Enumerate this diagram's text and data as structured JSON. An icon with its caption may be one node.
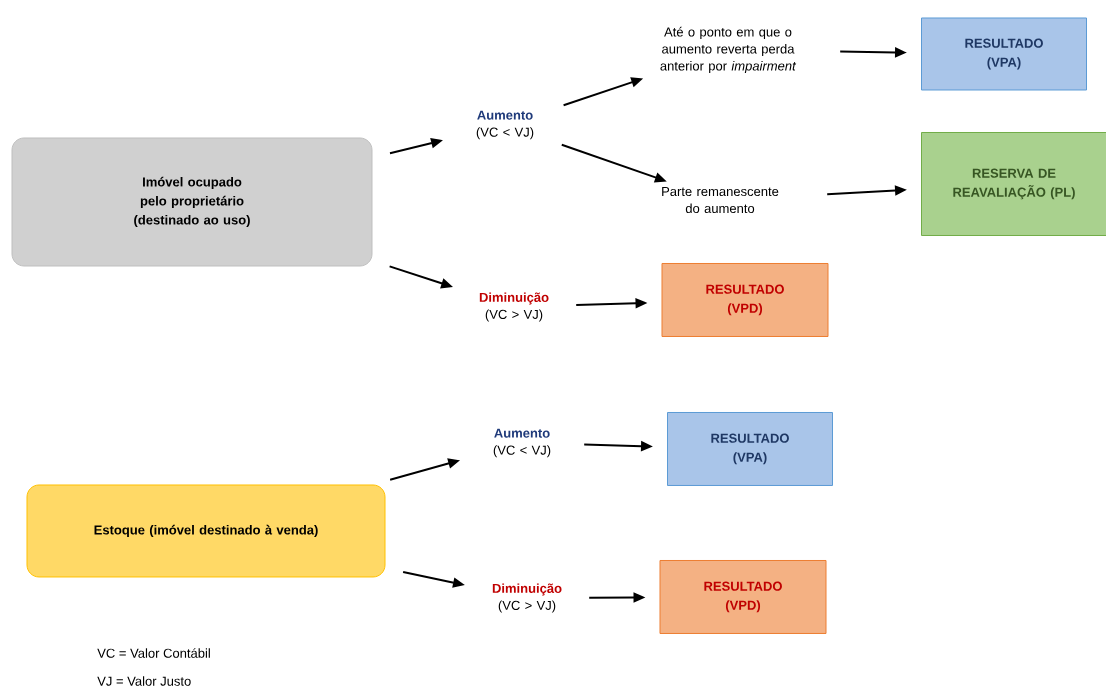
{
  "diagram": {
    "nodes": [
      {
        "text": [
          "Imóvel ocupado pelo proprietário (destinado ao uso)"
        ]
      },
      {
        "text": [
          "Aumento",
          "(VC < VJ)"
        ]
      },
      {
        "text": [
          "Até o ponto em que o aumento reverta perda anterior por *impairment*"
        ]
      },
      {
        "text": [
          "Parte remanescente do aumento"
        ]
      },
      {
        "text": [
          "RESULTADO (VPA)"
        ]
      },
      {
        "text": [
          "RESERVA DE REAVALIAÇÃO (PL)"
        ]
      },
      {
        "text": [
          "Diminuição",
          "(VC > VJ)"
        ]
      },
      {
        "text": [
          "RESULTADO (VPD)"
        ]
      },
      {
        "text": [
          "Estoque (imóvel destinado à venda)"
        ]
      },
      {
        "text": [
          "Aumento",
          "(VC < VJ)"
        ]
      },
      {
        "text": [
          "RESULTADO (VPA)"
        ]
      },
      {
        "text": [
          "Diminuição",
          "(VC > VJ)"
        ]
      },
      {
        "text": [
          "RESULTADO (VPD)"
        ]
      }
    ],
    "edges": [
      {
        "from": 0,
        "to": 1,
        "arrow": "to"
      },
      {
        "from": 1,
        "to": 2,
        "arrow": "to"
      },
      {
        "from": 1,
        "to": 3,
        "arrow": "to"
      },
      {
        "from": 2,
        "to": 4,
        "arrow": "to"
      },
      {
        "from": 3,
        "to": 5,
        "arrow": "to"
      },
      {
        "from": 0,
        "to": 6,
        "arrow": "to"
      },
      {
        "from": 6,
        "to": 7,
        "arrow": "to"
      },
      {
        "from": 8,
        "to": 9,
        "arrow": "to"
      },
      {
        "from": 8,
        "to": 11,
        "arrow": "to"
      },
      {
        "from": 9,
        "to": 10,
        "arrow": "to"
      },
      {
        "from": 11,
        "to": 12,
        "arrow": "to"
      }
    ],
    "labels": [
      "VC = Valor Contábil",
      "VJ = Valor Justo"
    ]
  }
}
